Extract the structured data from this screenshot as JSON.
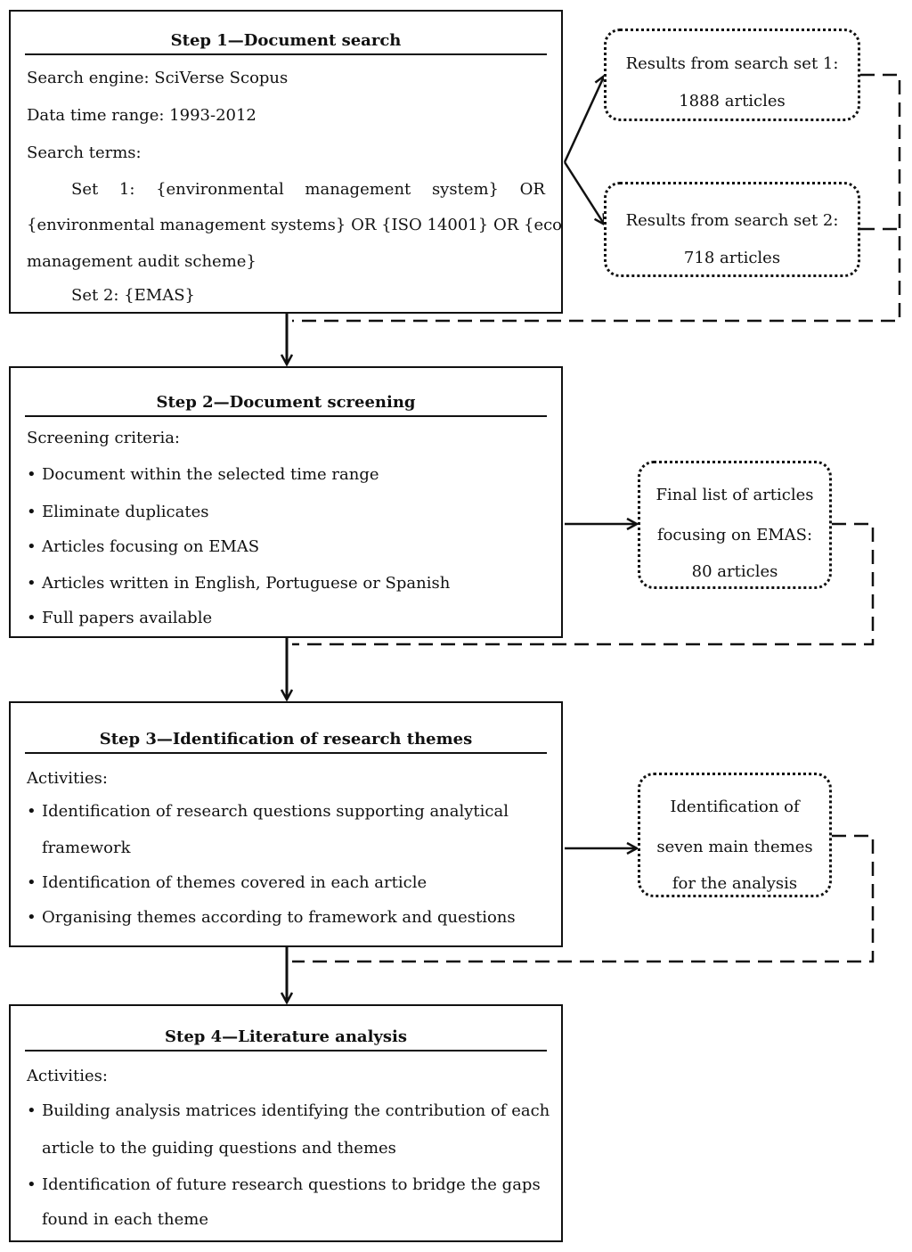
{
  "step1": {
    "title": "Step 1—Document search",
    "search_engine": "Search engine: SciVerse Scopus",
    "time_range": "Data time range: 1993-2012",
    "search_terms_label": "Search terms:",
    "set1_line1": [
      "Set",
      "1:",
      "{environmental",
      "management",
      "system}",
      "OR"
    ],
    "set1_line2": [
      "{environmental",
      "management",
      "systems}",
      "OR",
      "{ISO",
      "14001}",
      "OR",
      "{eco"
    ],
    "set1_line3": "management audit scheme}",
    "set2": "Set 2: {EMAS}"
  },
  "result1": {
    "line1": "Results from search set 1:",
    "line2": "1888 articles"
  },
  "result2": {
    "line1": "Results from search set 2:",
    "line2": "718 articles"
  },
  "step2": {
    "title": "Step 2—Document screening",
    "label": "Screening criteria:",
    "items": [
      "Document within the selected time range",
      "Eliminate duplicates",
      "Articles focusing on EMAS",
      "Articles written in English, Portuguese or Spanish",
      "Full papers available"
    ]
  },
  "output2": {
    "line1": "Final list of articles",
    "line2": "focusing on EMAS:",
    "line3": "80 articles"
  },
  "step3": {
    "title": "Step 3—Identification of research themes",
    "label": "Activities:",
    "item1_line1": "Identification of research questions supporting analytical",
    "item1_line2": "framework",
    "item2": "Identification of themes covered in each article",
    "item3": "Organising themes according to framework and questions"
  },
  "output3": {
    "line1": "Identification of",
    "line2": "seven main themes",
    "line3": "for the analysis"
  },
  "step4": {
    "title": "Step 4—Literature analysis",
    "label": "Activities:",
    "item1_line1": "Building analysis matrices identifying the contribution of each",
    "item1_line2": "article to the guiding questions and themes",
    "item2_line1": "Identification of future research questions to bridge the gaps",
    "item2_line2": "found in each theme"
  }
}
